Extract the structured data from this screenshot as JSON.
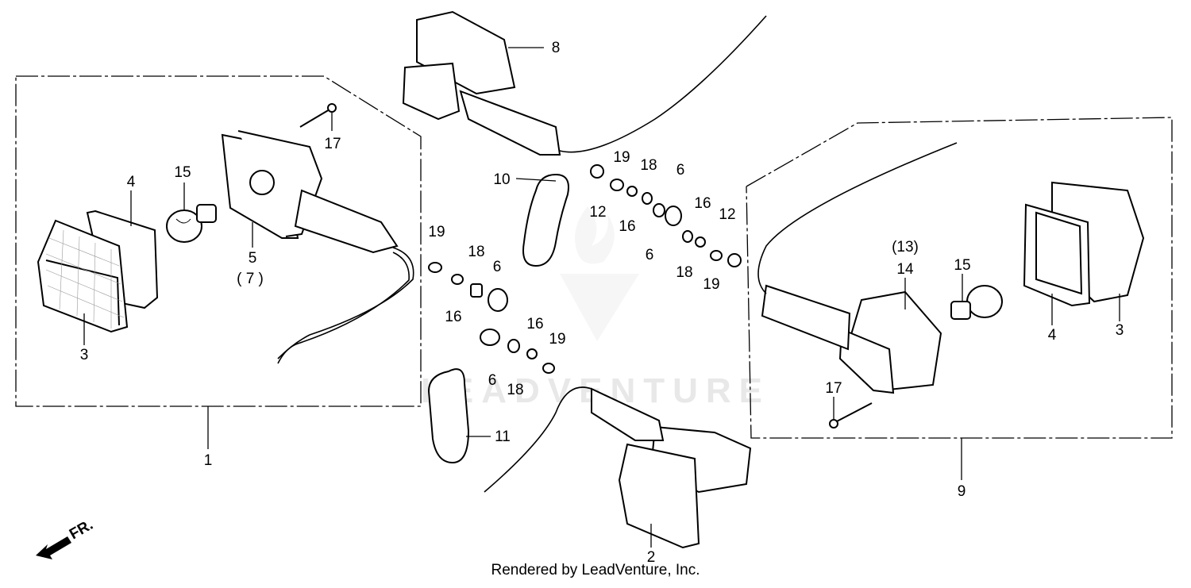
{
  "diagram": {
    "labels": [
      {
        "id": "l1",
        "text": "1"
      },
      {
        "id": "l2",
        "text": "2"
      },
      {
        "id": "l3a",
        "text": "3"
      },
      {
        "id": "l3b",
        "text": "3"
      },
      {
        "id": "l4a",
        "text": "4"
      },
      {
        "id": "l4b",
        "text": "4"
      },
      {
        "id": "l5",
        "text": "5"
      },
      {
        "id": "l7",
        "text": "( 7 )"
      },
      {
        "id": "l6a",
        "text": "6"
      },
      {
        "id": "l6b",
        "text": "6"
      },
      {
        "id": "l6c",
        "text": "6"
      },
      {
        "id": "l6d",
        "text": "6"
      },
      {
        "id": "l8",
        "text": "8"
      },
      {
        "id": "l9",
        "text": "9"
      },
      {
        "id": "l10",
        "text": "10"
      },
      {
        "id": "l11",
        "text": "11"
      },
      {
        "id": "l12a",
        "text": "12"
      },
      {
        "id": "l12b",
        "text": "12"
      },
      {
        "id": "l13",
        "text": "(13)"
      },
      {
        "id": "l14",
        "text": "14"
      },
      {
        "id": "l15a",
        "text": "15"
      },
      {
        "id": "l15b",
        "text": "15"
      },
      {
        "id": "l16a",
        "text": "16"
      },
      {
        "id": "l16b",
        "text": "16"
      },
      {
        "id": "l16c",
        "text": "16"
      },
      {
        "id": "l16d",
        "text": "16"
      },
      {
        "id": "l17a",
        "text": "17"
      },
      {
        "id": "l17b",
        "text": "17"
      },
      {
        "id": "l18a",
        "text": "18"
      },
      {
        "id": "l18b",
        "text": "18"
      },
      {
        "id": "l18c",
        "text": "18"
      },
      {
        "id": "l18d",
        "text": "18"
      },
      {
        "id": "l19a",
        "text": "19"
      },
      {
        "id": "l19b",
        "text": "19"
      },
      {
        "id": "l19c",
        "text": "19"
      },
      {
        "id": "l19d",
        "text": "19"
      }
    ],
    "direction_marker": "FR.",
    "watermark": "LEADVENTURE",
    "footer": "Rendered by LeadVenture, Inc."
  }
}
